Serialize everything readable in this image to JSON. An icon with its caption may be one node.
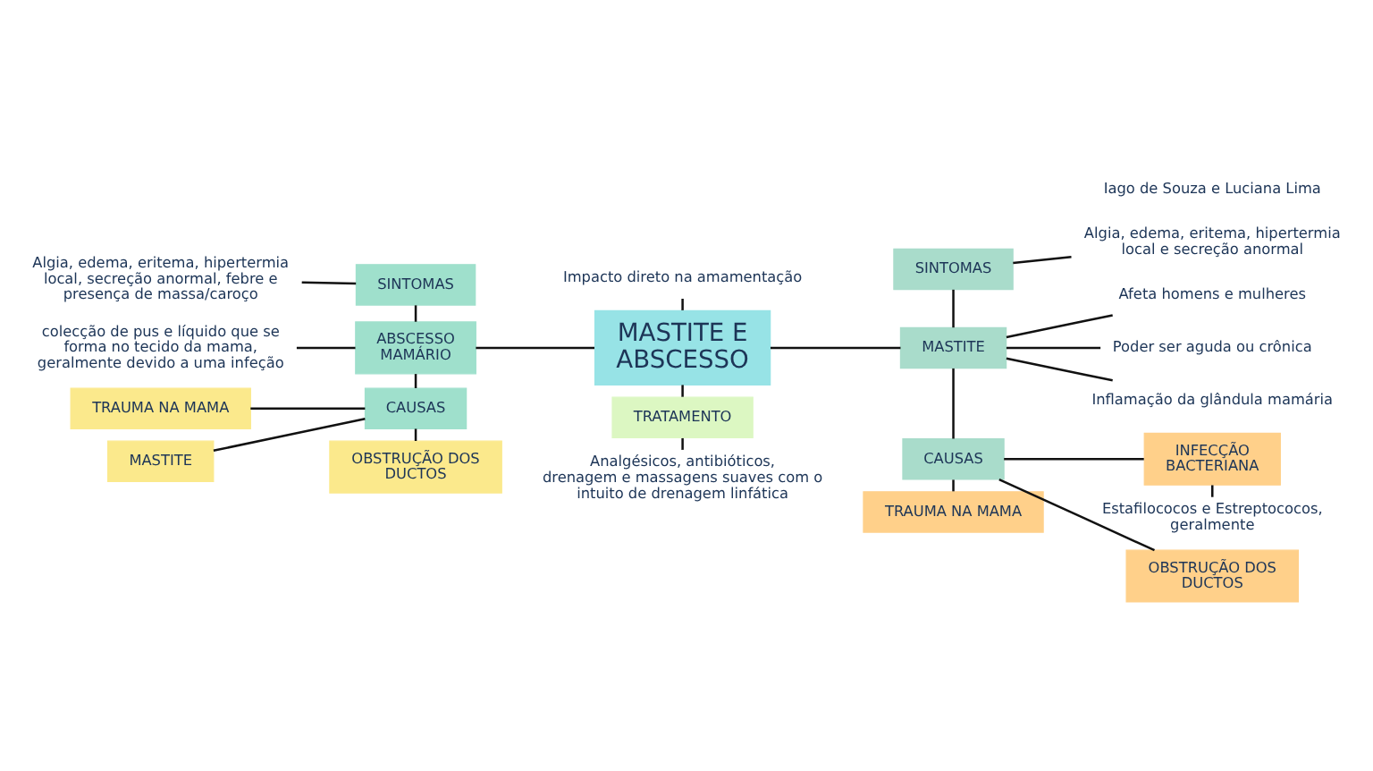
{
  "diagram": {
    "nodes": [
      {
        "text": [
          "MASTITE E ABSCESSO"
        ]
      },
      {
        "text": [
          "Impacto direto na amamentação"
        ]
      },
      {
        "text": [
          "SINTOMAS"
        ]
      },
      {
        "text": [
          "Algia, edema, eritema, hipertermia local, secreção anormal, febre e presença de massa/caroço"
        ]
      },
      {
        "text": [
          "ABSCESSO MAMÁRIO"
        ]
      },
      {
        "text": [
          "colecção de pus e líquido que se forma no tecido da mama, geralmente devido a uma infeção"
        ]
      },
      {
        "text": [
          "CAUSAS"
        ]
      },
      {
        "text": [
          "MASTITE"
        ]
      },
      {
        "text": [
          "TRAUMA NA MAMA"
        ]
      },
      {
        "text": [
          "OBSTRUÇÃO DOS DUCTOS"
        ]
      },
      {
        "text": [
          "SINTOMAS"
        ]
      },
      {
        "text": [
          "Algia, edema, eritema, hipertermia local e secreção anormal"
        ]
      },
      {
        "text": [
          "MASTITE"
        ]
      },
      {
        "text": [
          "Poder ser aguda ou crônica"
        ]
      },
      {
        "text": [
          "Inflamação da glândula mamária"
        ]
      },
      {
        "text": [
          "Afeta homens e mulheres"
        ]
      },
      {
        "text": [
          "CAUSAS"
        ]
      },
      {
        "text": [
          "TRAUMA NA MAMA"
        ]
      },
      {
        "text": [
          "OBSTRUÇÃO DOS DUCTOS"
        ]
      },
      {
        "text": [
          "INFECÇÃO BACTERIANA"
        ]
      },
      {
        "text": [
          "Estafilococos e Estreptococos, geralmente"
        ]
      },
      {
        "text": [
          "TRATAMENTO"
        ]
      },
      {
        "text": [
          "Analgésicos, antibióticos, drenagem e massagens suaves com o intuito de drenagem linfática"
        ]
      }
    ],
    "edges": [
      {
        "from": 0,
        "to": 1,
        "arrow": "none"
      },
      {
        "from": 2,
        "to": 3,
        "arrow": "none"
      },
      {
        "from": 2,
        "to": 4,
        "arrow": "none"
      },
      {
        "from": 5,
        "to": 4,
        "arrow": "none"
      },
      {
        "from": 4,
        "to": 0,
        "arrow": "none"
      },
      {
        "from": 4,
        "to": 6,
        "arrow": "none"
      },
      {
        "from": 12,
        "to": 6,
        "arrow": "none"
      },
      {
        "from": 6,
        "to": 8,
        "arrow": "none"
      },
      {
        "from": 6,
        "to": 9,
        "arrow": "none"
      },
      {
        "from": 0,
        "to": 7,
        "arrow": "none"
      },
      {
        "from": 10,
        "to": 11,
        "arrow": "none"
      },
      {
        "from": 10,
        "to": 7,
        "arrow": "none"
      },
      {
        "from": 7,
        "to": 13,
        "arrow": "none"
      },
      {
        "from": 7,
        "to": 14,
        "arrow": "none"
      },
      {
        "from": 7,
        "to": 15,
        "arrow": "none"
      },
      {
        "from": 7,
        "to": 16,
        "arrow": "none"
      },
      {
        "from": 16,
        "to": 17,
        "arrow": "none"
      },
      {
        "from": 16,
        "to": 18,
        "arrow": "none"
      },
      {
        "from": 16,
        "to": 19,
        "arrow": "none"
      },
      {
        "from": 19,
        "to": 20,
        "arrow": "none"
      },
      {
        "from": 0,
        "to": 21,
        "arrow": "none"
      },
      {
        "from": 21,
        "to": 22,
        "arrow": "none"
      }
    ],
    "labels": [
      "Iago de Souza e Luciana Lima"
    ]
  }
}
